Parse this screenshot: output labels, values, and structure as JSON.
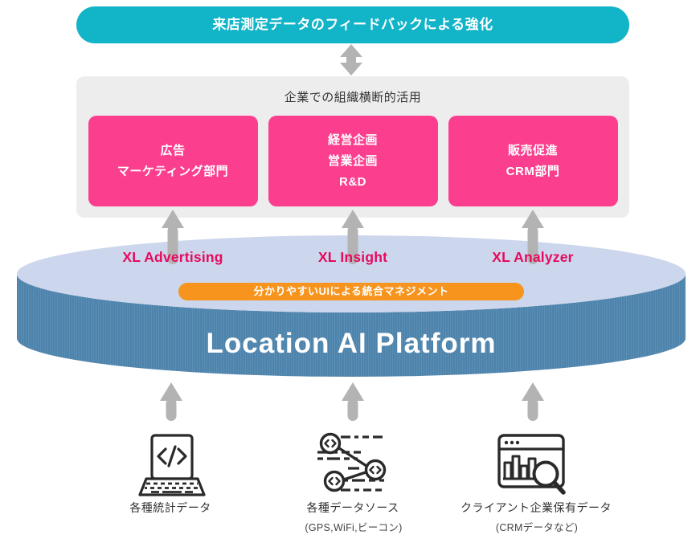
{
  "banner": {
    "text": "来店測定データのフィードバックによる強化"
  },
  "org_box": {
    "title": "企業での組織横断的活用",
    "departments": [
      {
        "lines": [
          "広告",
          "マーケティング部門"
        ]
      },
      {
        "lines": [
          "経営企画",
          "営業企画",
          "R&D"
        ]
      },
      {
        "lines": [
          "販売促進",
          "CRM部門"
        ]
      }
    ]
  },
  "platform": {
    "products": [
      "XL Advertising",
      "XL Insight",
      "XL Analyzer"
    ],
    "badge": "分かりやすいUIによる統合マネジメント",
    "title": "Location AI Platform"
  },
  "sources": [
    {
      "icon": "laptop-code-icon",
      "label": "各種統計データ",
      "caption": ""
    },
    {
      "icon": "data-nodes-icon",
      "label": "各種データソース",
      "caption": "(GPS,WiFi,ビーコン)"
    },
    {
      "icon": "chart-search-icon",
      "label": "クライアント企業保有データ",
      "caption": "(CRMデータなど)"
    }
  ],
  "colors": {
    "banner_bg": "#12b4c8",
    "department_bg": "#fb3e8e",
    "org_box_bg": "#ededed",
    "product_text": "#e60a5e",
    "badge_bg": "#f7941e",
    "disk_top": "#ccd6ec",
    "disk_side": "#4e83ab",
    "arrow": "#b3b3b3"
  }
}
